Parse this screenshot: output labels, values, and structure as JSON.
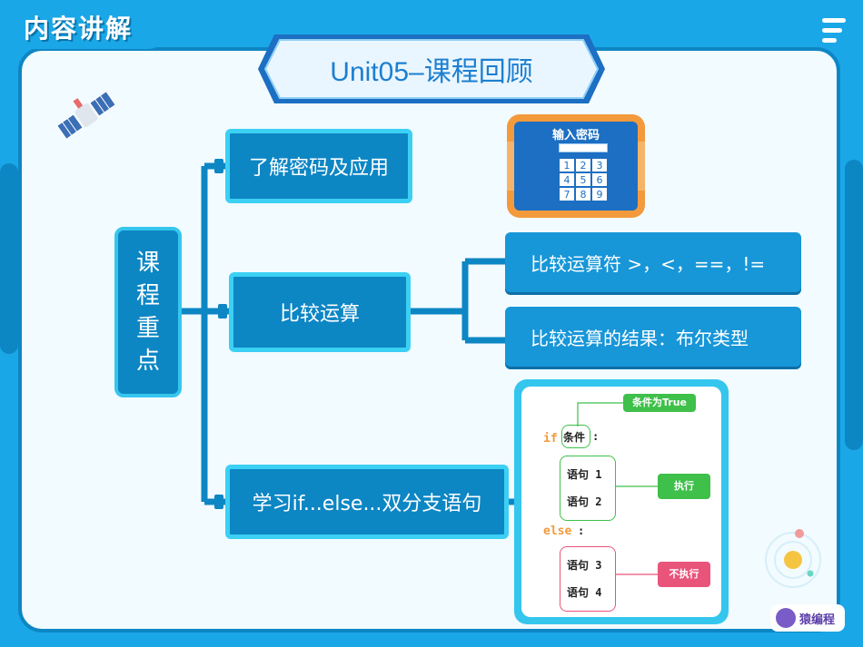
{
  "header": {
    "title": "内容讲解"
  },
  "title": {
    "text": "Unit05–课程回顾"
  },
  "root": {
    "label": "课程重点"
  },
  "nodes": [
    {
      "label": "了解密码及应用"
    },
    {
      "label": "比较运算"
    },
    {
      "label": "学习if...else...双分支语句"
    }
  ],
  "leaves": [
    {
      "label": "比较运算符 >，<，==，!="
    },
    {
      "label": "比较运算的结果：布尔类型"
    }
  ],
  "keypad": {
    "title": "输入密码",
    "keys": [
      "1",
      "2",
      "3",
      "4",
      "5",
      "6",
      "7",
      "8",
      "9"
    ]
  },
  "code_diagram": {
    "if_keyword": "if",
    "condition": "条件",
    "colon": ":",
    "stmt1": "语句 1",
    "stmt2": "语句 2",
    "else_keyword": "else",
    "stmt3": "语句 3",
    "stmt4": "语句 4",
    "tag_true": "条件为True",
    "tag_exec": "执行",
    "tag_noexec": "不执行"
  },
  "brand": {
    "label": "猿编程"
  },
  "colors": {
    "frame": "#1aa7e8",
    "node": "#0d86c4",
    "accent": "#3cd0f4",
    "green": "#3ec04a",
    "red": "#e9547a"
  },
  "icons": [
    "satellite-icon",
    "menu-icon",
    "sun-planet-icon",
    "brand-logo-icon"
  ]
}
